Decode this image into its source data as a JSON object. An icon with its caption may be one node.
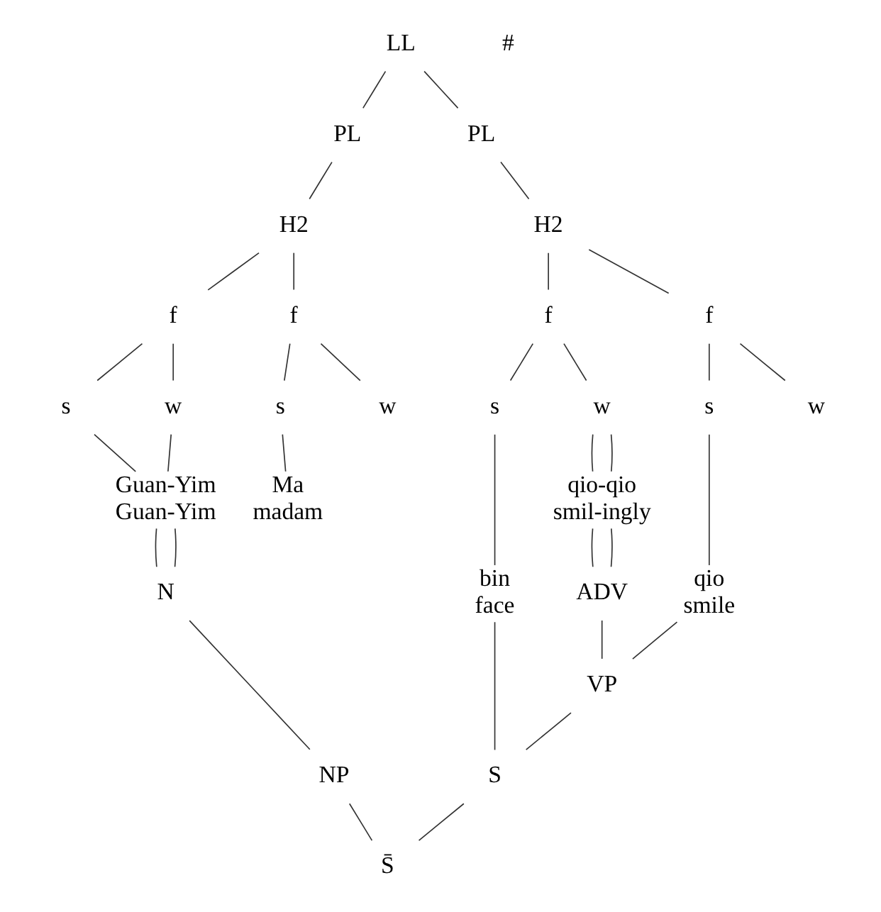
{
  "diagram": {
    "nodes": [
      {
        "text": [
          "LL"
        ]
      },
      {
        "text": [
          "PL"
        ]
      },
      {
        "text": [
          "PL"
        ]
      },
      {
        "text": [
          "H2"
        ]
      },
      {
        "text": [
          "H2"
        ]
      },
      {
        "text": [
          "f"
        ]
      },
      {
        "text": [
          "f"
        ]
      },
      {
        "text": [
          "f"
        ]
      },
      {
        "text": [
          "f"
        ]
      },
      {
        "text": [
          "s"
        ]
      },
      {
        "text": [
          "w"
        ]
      },
      {
        "text": [
          "s"
        ]
      },
      {
        "text": [
          "w"
        ]
      },
      {
        "text": [
          "s"
        ]
      },
      {
        "text": [
          "w"
        ]
      },
      {
        "text": [
          "s"
        ]
      },
      {
        "text": [
          "w"
        ]
      },
      {
        "text": [
          "Guan-Yim",
          "Guan-Yim"
        ]
      },
      {
        "text": [
          "Ma",
          "madam"
        ]
      },
      {
        "text": [
          "#"
        ]
      },
      {
        "text": [
          "bin",
          "face"
        ]
      },
      {
        "text": [
          "qio-qio",
          "smil-ingly"
        ]
      },
      {
        "text": [
          "qio",
          "smile"
        ]
      },
      {
        "text": [
          "N"
        ]
      },
      {
        "text": [
          "ADV"
        ]
      },
      {
        "text": [
          "NP"
        ]
      },
      {
        "text": [
          "VP"
        ]
      },
      {
        "text": [
          "S"
        ]
      },
      {
        "text": [
          "S̄"
        ]
      }
    ],
    "edges": [
      {
        "from": 0,
        "to": 1,
        "arrow": "none"
      },
      {
        "from": 0,
        "to": 2,
        "arrow": "none"
      },
      {
        "from": 1,
        "to": 3,
        "arrow": "none"
      },
      {
        "from": 2,
        "to": 4,
        "arrow": "none"
      },
      {
        "from": 3,
        "to": 5,
        "arrow": "none"
      },
      {
        "from": 3,
        "to": 6,
        "arrow": "none"
      },
      {
        "from": 4,
        "to": 7,
        "arrow": "none"
      },
      {
        "from": 4,
        "to": 8,
        "arrow": "none"
      },
      {
        "from": 5,
        "to": 9,
        "arrow": "none"
      },
      {
        "from": 5,
        "to": 10,
        "arrow": "none"
      },
      {
        "from": 6,
        "to": 11,
        "arrow": "none"
      },
      {
        "from": 6,
        "to": 12,
        "arrow": "none"
      },
      {
        "from": 7,
        "to": 13,
        "arrow": "none"
      },
      {
        "from": 7,
        "to": 14,
        "arrow": "none"
      },
      {
        "from": 8,
        "to": 15,
        "arrow": "none"
      },
      {
        "from": 8,
        "to": 16,
        "arrow": "none"
      },
      {
        "from": 9,
        "to": 17,
        "arrow": "none"
      },
      {
        "from": 10,
        "to": 17,
        "arrow": "none"
      },
      {
        "from": 11,
        "to": 18,
        "arrow": "none"
      },
      {
        "from": 13,
        "to": 20,
        "arrow": "none"
      },
      {
        "from": 14,
        "to": 21,
        "arrow": "none"
      },
      {
        "from": 14,
        "to": 21,
        "arrow": "none"
      },
      {
        "from": 15,
        "to": 22,
        "arrow": "none"
      },
      {
        "from": 17,
        "to": 23,
        "arrow": "none"
      },
      {
        "from": 17,
        "to": 23,
        "arrow": "none"
      },
      {
        "from": 21,
        "to": 24,
        "arrow": "none"
      },
      {
        "from": 21,
        "to": 24,
        "arrow": "none"
      },
      {
        "from": 23,
        "to": 25,
        "arrow": "none"
      },
      {
        "from": 24,
        "to": 26,
        "arrow": "none"
      },
      {
        "from": 22,
        "to": 26,
        "arrow": "none"
      },
      {
        "from": 20,
        "to": 27,
        "arrow": "none"
      },
      {
        "from": 26,
        "to": 27,
        "arrow": "none"
      },
      {
        "from": 25,
        "to": 28,
        "arrow": "none"
      },
      {
        "from": 27,
        "to": 28,
        "arrow": "none"
      }
    ]
  }
}
